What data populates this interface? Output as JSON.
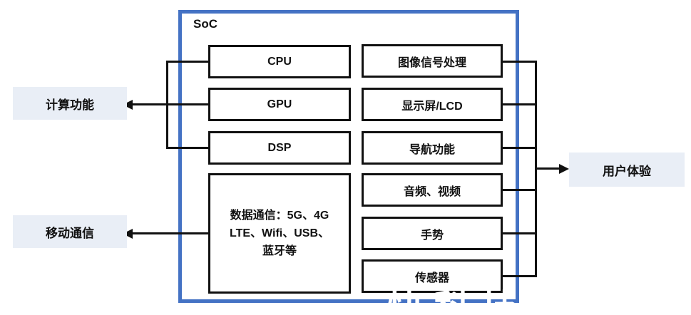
{
  "soc": {
    "title": "SoC",
    "processors": [
      "CPU",
      "GPU",
      "DSP"
    ],
    "data_comm_lines": [
      "数据通信：5G、4G",
      "LTE、Wifi、USB、",
      "蓝牙等"
    ],
    "functions": [
      "图像信号处理",
      "显示屏/LCD",
      "导航功能",
      "音频、视频",
      "手势",
      "传感器"
    ]
  },
  "external_labels": {
    "compute": "计算功能",
    "mobile_comm": "移动通信",
    "user_experience": "用户体验"
  },
  "watermark": {
    "text": "快科技"
  },
  "colors": {
    "soc_border": "#4472c4",
    "box_border": "#111111",
    "external_label_bg": "#e9eef6",
    "text": "#111111",
    "arrow": "#111111"
  }
}
